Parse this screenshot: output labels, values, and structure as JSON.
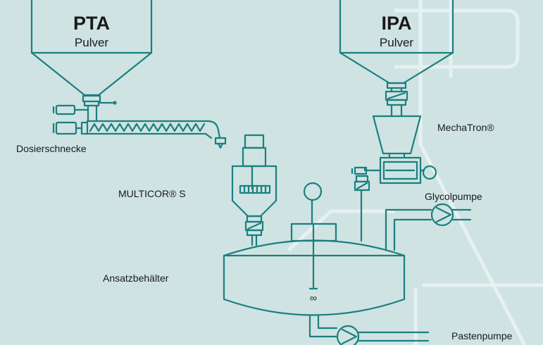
{
  "labels": {
    "pta_title": "PTA",
    "pta_sub": "Pulver",
    "ipa_title": "IPA",
    "ipa_sub": "Pulver",
    "dosing_screw": "Dosierschnecke",
    "multicor": "MULTICOR® S",
    "mechatron": "MechaTron®",
    "glycol_pump": "Glycolpumpe",
    "mixing_tank": "Ansatzbehälter",
    "paste_pump": "Pastenpumpe",
    "agitator_symbol": "∞"
  },
  "colors": {
    "background": "#cfe3e3",
    "equipment_stroke": "#1b7f7f",
    "background_structure": "#e7f1f1",
    "text": "#1a1a1a"
  }
}
